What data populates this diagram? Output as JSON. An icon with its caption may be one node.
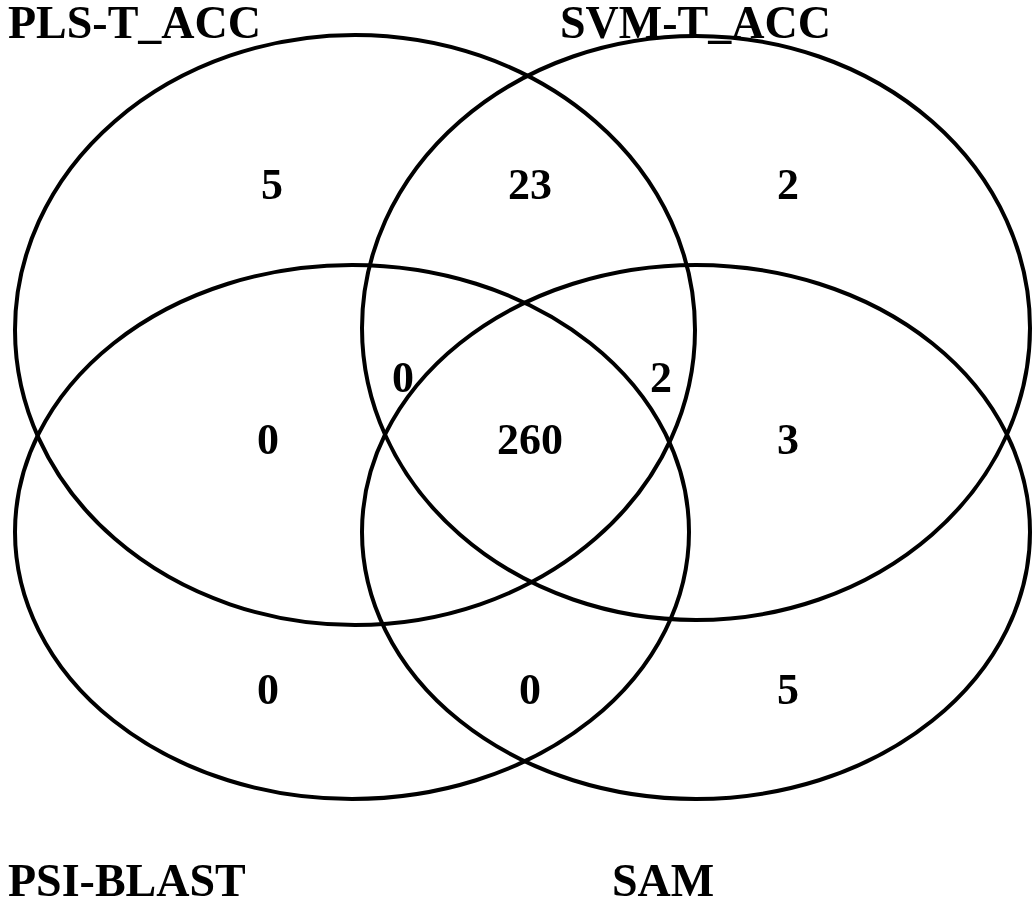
{
  "diagram": {
    "nodes": [
      {
        "text": [
          "PLS-T_ACC"
        ]
      },
      {
        "text": [
          "SVM-T_ACC"
        ]
      },
      {
        "text": [
          "PSI-BLAST"
        ]
      },
      {
        "text": [
          "SAM"
        ]
      }
    ],
    "labels": [
      "5",
      "23",
      "2",
      "0",
      "2",
      "0",
      "260",
      "3",
      "0",
      "0",
      "5"
    ]
  }
}
